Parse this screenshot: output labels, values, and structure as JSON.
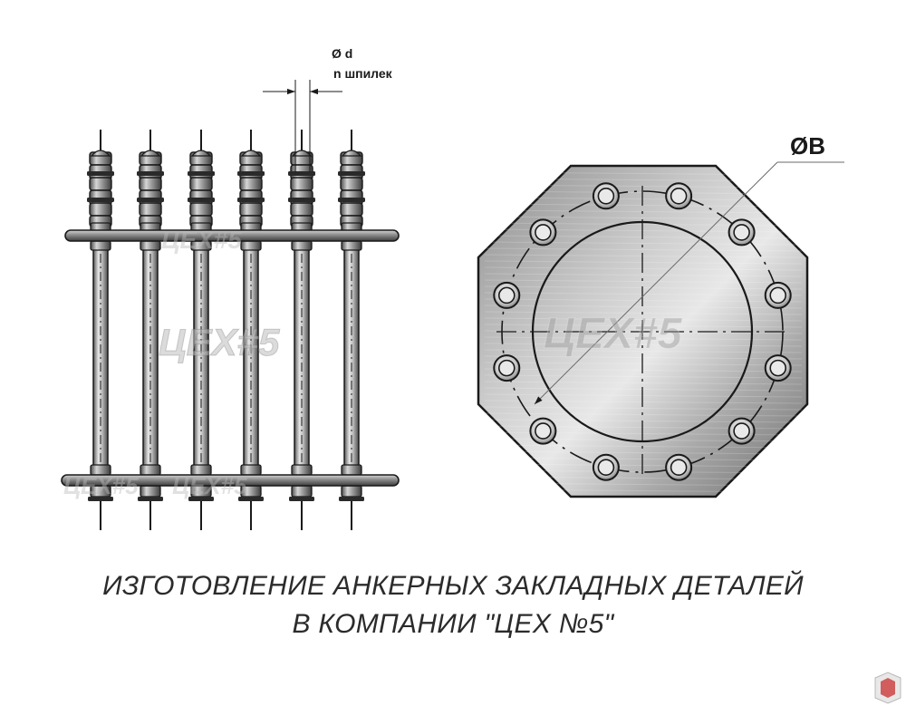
{
  "annotations": {
    "stud_diameter": "Ø d",
    "stud_count": "n шпилек",
    "plate_diameter": "ØB"
  },
  "watermark": "ЦEX#5",
  "caption": {
    "line1": "ИЗГОТОВЛЕНИЕ АНКЕРНЫХ ЗАКЛАДНЫХ ДЕТАЛЕЙ",
    "line2": "В КОМПАНИИ \"ЦЕХ №5\""
  },
  "diagram": {
    "stud_count_shown": 6,
    "plate_bolt_holes": 12,
    "colors": {
      "steel_light": "#d9d9d9",
      "steel_dark": "#6b6b6b",
      "outline": "#1a1a1a",
      "caption": "#2b2b2b"
    }
  }
}
